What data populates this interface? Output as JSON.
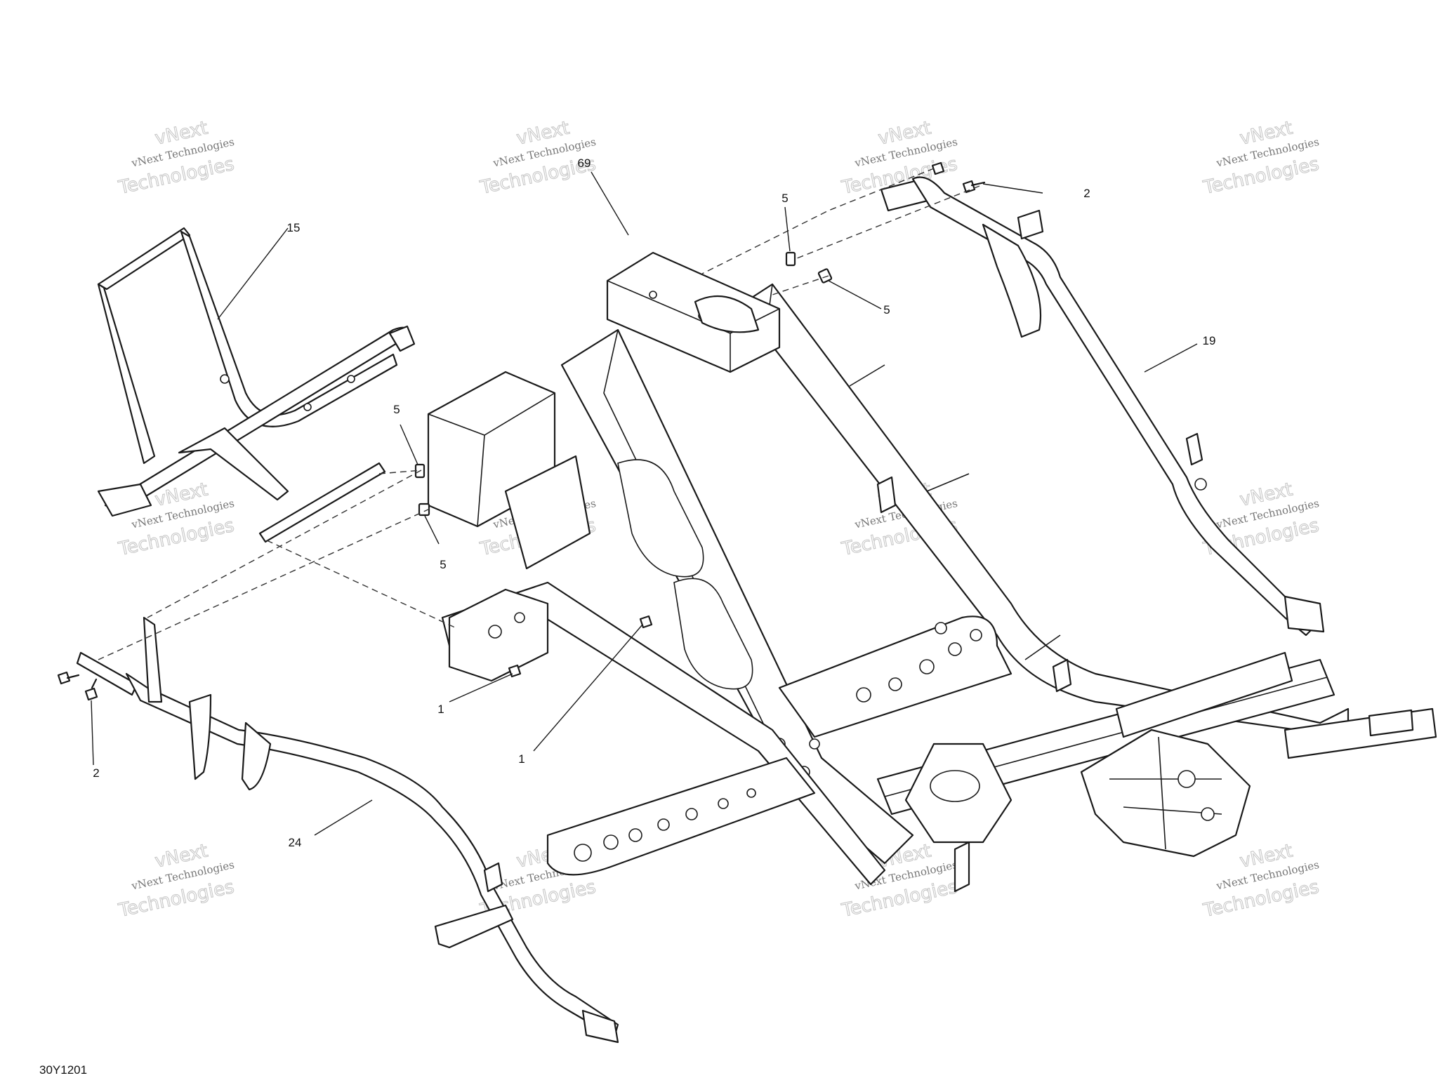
{
  "drawing": {
    "id": "30Y1201",
    "watermark": {
      "line1": "vNext Technologies",
      "line2": "vNext",
      "line3": "Technologies"
    }
  },
  "callouts": [
    {
      "label": "69"
    },
    {
      "label": "15"
    },
    {
      "label": "5"
    },
    {
      "label": "2"
    },
    {
      "label": "5"
    },
    {
      "label": "19"
    },
    {
      "label": "5"
    },
    {
      "label": "5"
    },
    {
      "label": "1"
    },
    {
      "label": "1"
    },
    {
      "label": "2"
    },
    {
      "label": "24"
    }
  ]
}
